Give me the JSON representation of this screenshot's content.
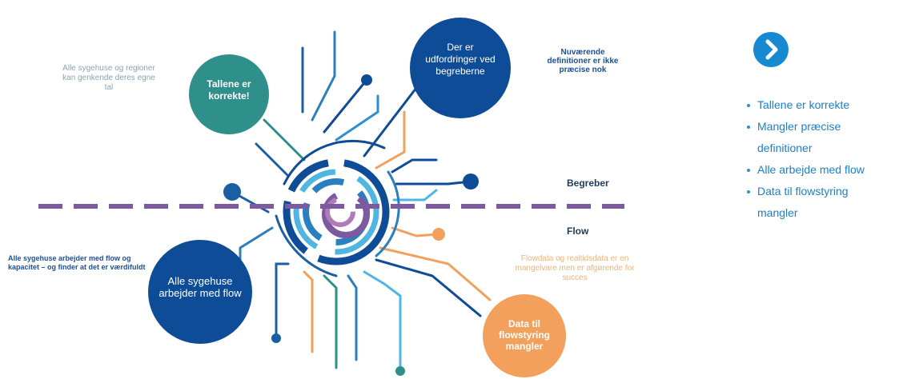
{
  "diagram": {
    "bubbles": {
      "teal": {
        "text": "Tallene er korrekte!"
      },
      "top_blue": {
        "text": "Der er udfordringer ved begreberne"
      },
      "left_blue": {
        "text": "Alle sygehuse arbejder med flow"
      },
      "orange": {
        "text": "Data til flowstyring mangler"
      }
    },
    "notes": {
      "teal_note": "Alle sygehuse og regioner kan genkende deres egne tal",
      "top_note": "Nuværende definitioner er ikke præcise nok",
      "left_note": "Alle sygehuse arbejder med flow og kapacitet – og finder at det er værdifuldt",
      "orange_note": "Flowdata og realtidsdata er en mangelvare men er afgørende for succes"
    },
    "axis_labels": {
      "upper": "Begreber",
      "lower": "Flow"
    },
    "colors": {
      "teal": "#2f8f8a",
      "navy": "#0f4c97",
      "orange": "#f2a05b",
      "purple": "#7d5aa0",
      "light_blue": "#4fb6e3"
    }
  },
  "sidebar": {
    "arrow_icon": "chevron-right-icon",
    "arrow_color": "#1789d0",
    "bullets": [
      "Tallene er korrekte",
      "Mangler præcise definitioner",
      "Alle arbejde med flow",
      "Data til flowstyring mangler"
    ]
  }
}
